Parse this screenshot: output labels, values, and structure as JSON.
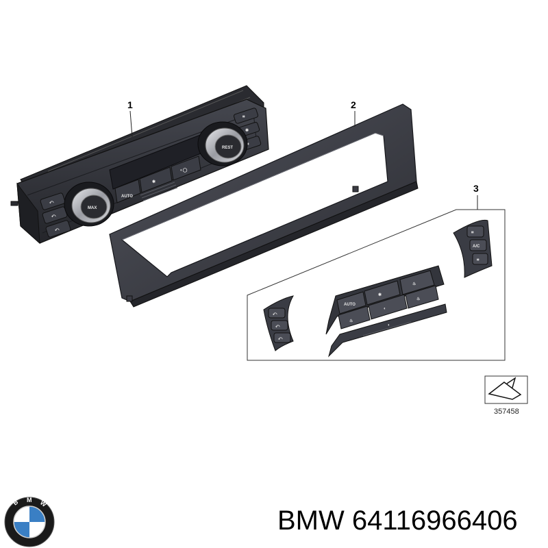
{
  "callouts": {
    "part1": "1",
    "part2": "2",
    "part3": "3"
  },
  "panel_labels": {
    "max": "MAX",
    "auto": "AUTO",
    "rest": "REST",
    "ac": "A/C",
    "auto_small": "AUTO"
  },
  "reference_number": "357458",
  "caption": {
    "brand": "BMW",
    "part_number": "64116966406"
  },
  "logo": {
    "letters": "BMW",
    "colors": {
      "ring": "#1a1a1a",
      "blue": "#3a7fc4",
      "white": "#ffffff"
    }
  },
  "colors": {
    "part_dark": "#2f3036",
    "part_mid": "#4a4c54",
    "part_light": "#6c6f78",
    "bezel": "#3a3b44",
    "line": "#333333"
  }
}
